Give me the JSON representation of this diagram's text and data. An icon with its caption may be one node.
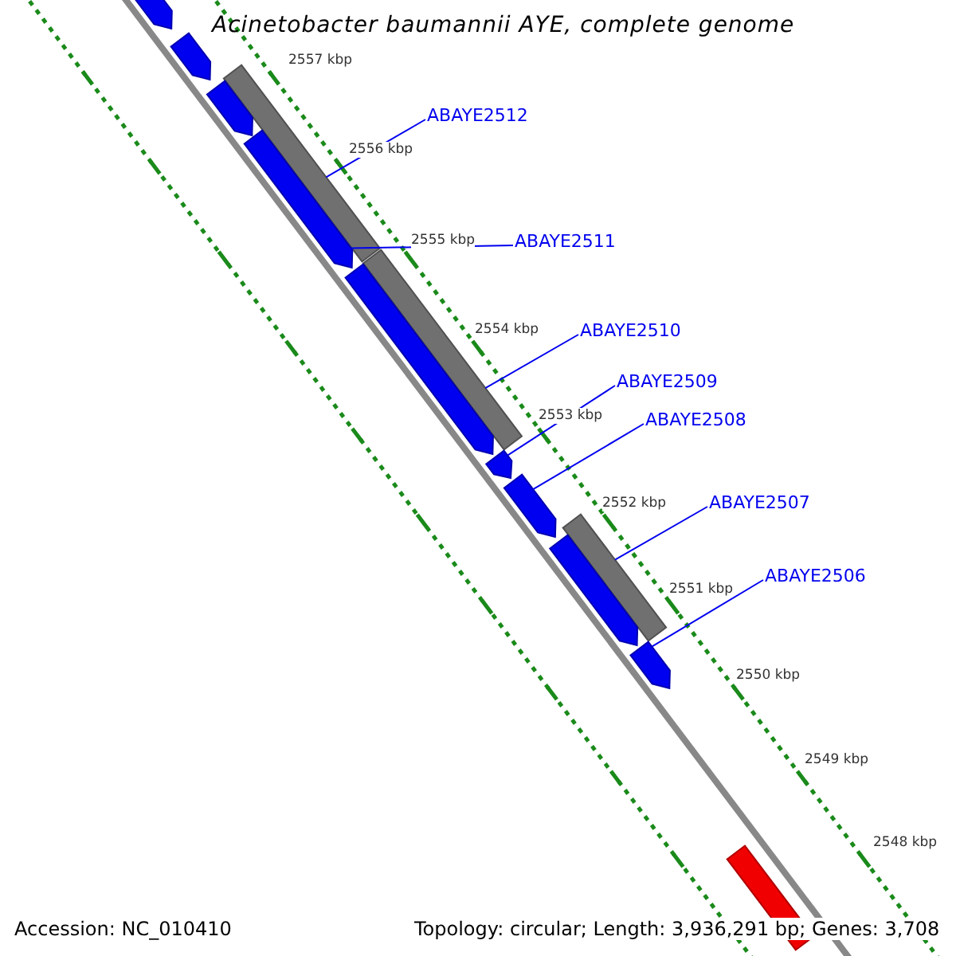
{
  "diagram": {
    "title": "Acinetobacter baumannii AYE, complete genome",
    "nodes": [
      {
        "text": [
          "ABAYE2512"
        ]
      },
      {
        "text": [
          "ABAYE2511"
        ]
      },
      {
        "text": [
          "ABAYE2510"
        ]
      },
      {
        "text": [
          "ABAYE2509"
        ]
      },
      {
        "text": [
          "ABAYE2508"
        ]
      },
      {
        "text": [
          "ABAYE2507"
        ]
      },
      {
        "text": [
          "ABAYE2506"
        ]
      },
      {
        "text": [],
        "shape": "pentagon"
      },
      {
        "text": [],
        "shape": "pentagon"
      },
      {
        "text": [],
        "shape": "bar"
      },
      {
        "text": [],
        "shape": "pentagon"
      },
      {
        "text": [],
        "shape": "pentagon"
      },
      {
        "text": [],
        "shape": "bar"
      },
      {
        "text": [],
        "shape": "pentagon"
      },
      {
        "text": [],
        "shape": "pentagon"
      },
      {
        "text": [],
        "shape": "pentagon"
      },
      {
        "text": [],
        "shape": "bar"
      },
      {
        "text": [],
        "shape": "pentagon"
      },
      {
        "text": [],
        "shape": "pentagon"
      },
      {
        "text": [],
        "shape": "bar"
      }
    ],
    "edges": [
      {
        "from": 0,
        "to": 9,
        "arrow": "none"
      },
      {
        "from": 1,
        "to": 11,
        "arrow": "none"
      },
      {
        "from": 2,
        "to": 12,
        "arrow": "none"
      },
      {
        "from": 3,
        "to": 14,
        "arrow": "none"
      },
      {
        "from": 4,
        "to": 15,
        "arrow": "none"
      },
      {
        "from": 5,
        "to": 16,
        "arrow": "none"
      },
      {
        "from": 6,
        "to": 18,
        "arrow": "none"
      }
    ],
    "labels": [
      "2557 kbp",
      "2556 kbp",
      "2555 kbp",
      "2554 kbp",
      "2553 kbp",
      "2552 kbp",
      "2551 kbp",
      "2550 kbp",
      "2549 kbp",
      "2548 kbp",
      "Accession: NC_010410",
      "Topology: circular; Length: 3,936,291 bp; Genes: 3,708"
    ]
  }
}
